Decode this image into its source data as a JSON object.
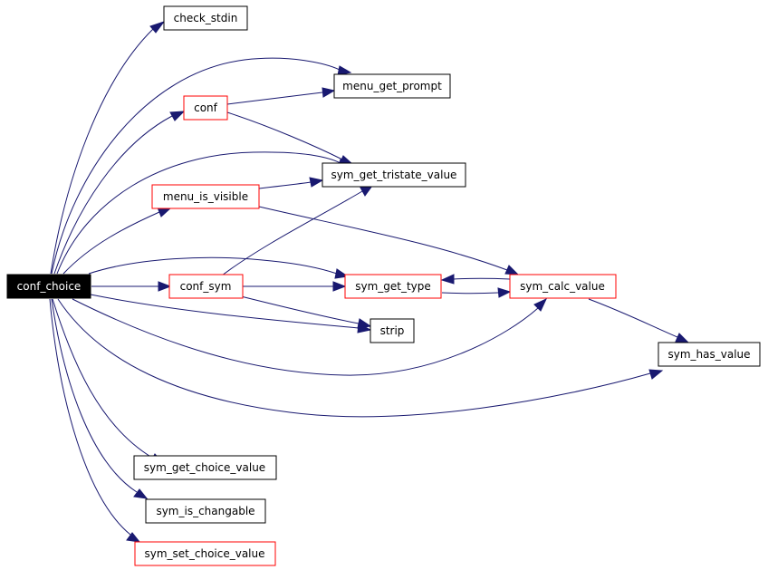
{
  "colors": {
    "edge": "#191970",
    "node_border_default": "#000000",
    "node_border_linked": "#ff0000",
    "root_fill": "#000000",
    "root_text": "#ffffff",
    "background": "#ffffff"
  },
  "nodes": [
    {
      "id": "conf_choice",
      "label": "conf_choice",
      "style": "root"
    },
    {
      "id": "check_stdin",
      "label": "check_stdin",
      "style": "default"
    },
    {
      "id": "conf",
      "label": "conf",
      "style": "linked"
    },
    {
      "id": "menu_get_prompt",
      "label": "menu_get_prompt",
      "style": "default"
    },
    {
      "id": "menu_is_visible",
      "label": "menu_is_visible",
      "style": "linked"
    },
    {
      "id": "sym_get_tristate_value",
      "label": "sym_get_tristate_value",
      "style": "default"
    },
    {
      "id": "conf_sym",
      "label": "conf_sym",
      "style": "linked"
    },
    {
      "id": "sym_get_type",
      "label": "sym_get_type",
      "style": "linked"
    },
    {
      "id": "sym_calc_value",
      "label": "sym_calc_value",
      "style": "linked"
    },
    {
      "id": "strip",
      "label": "strip",
      "style": "default"
    },
    {
      "id": "sym_has_value",
      "label": "sym_has_value",
      "style": "default"
    },
    {
      "id": "sym_get_choice_value",
      "label": "sym_get_choice_value",
      "style": "default"
    },
    {
      "id": "sym_is_changable",
      "label": "sym_is_changable",
      "style": "default"
    },
    {
      "id": "sym_set_choice_value",
      "label": "sym_set_choice_value",
      "style": "linked"
    }
  ],
  "edges": [
    {
      "from": "conf_choice",
      "to": "check_stdin"
    },
    {
      "from": "conf_choice",
      "to": "menu_get_prompt"
    },
    {
      "from": "conf_choice",
      "to": "conf"
    },
    {
      "from": "conf_choice",
      "to": "sym_get_tristate_value"
    },
    {
      "from": "conf_choice",
      "to": "menu_is_visible"
    },
    {
      "from": "conf_choice",
      "to": "sym_get_type"
    },
    {
      "from": "conf_choice",
      "to": "conf_sym"
    },
    {
      "from": "conf_choice",
      "to": "strip"
    },
    {
      "from": "conf_choice",
      "to": "sym_calc_value"
    },
    {
      "from": "conf_choice",
      "to": "sym_has_value"
    },
    {
      "from": "conf_choice",
      "to": "sym_get_choice_value"
    },
    {
      "from": "conf_choice",
      "to": "sym_is_changable"
    },
    {
      "from": "conf_choice",
      "to": "sym_set_choice_value"
    },
    {
      "from": "conf",
      "to": "menu_get_prompt"
    },
    {
      "from": "conf",
      "to": "sym_get_tristate_value"
    },
    {
      "from": "menu_is_visible",
      "to": "sym_get_tristate_value"
    },
    {
      "from": "menu_is_visible",
      "to": "sym_calc_value"
    },
    {
      "from": "conf_sym",
      "to": "sym_get_tristate_value"
    },
    {
      "from": "conf_sym",
      "to": "sym_get_type"
    },
    {
      "from": "conf_sym",
      "to": "strip"
    },
    {
      "from": "sym_get_type",
      "to": "sym_calc_value"
    },
    {
      "from": "sym_calc_value",
      "to": "sym_get_type"
    },
    {
      "from": "sym_calc_value",
      "to": "sym_has_value"
    }
  ]
}
